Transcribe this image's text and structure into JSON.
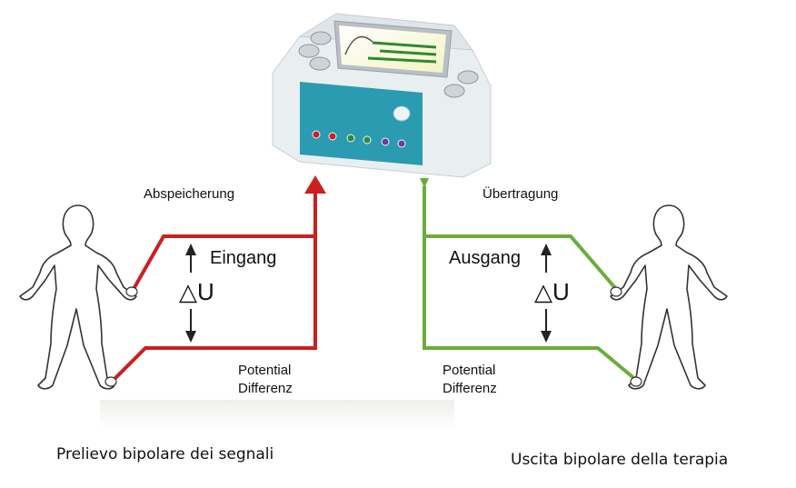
{
  "labels": {
    "left_top": "Abspeicherung",
    "right_top": "Übertragung",
    "left_channel": "Eingang",
    "right_channel": "Ausgang",
    "delta_u_left": "△U",
    "delta_u_right": "△U",
    "left_potential_line1": "Potential",
    "left_potential_line2": "Differenz",
    "right_potential_line1": "Potential",
    "right_potential_line2": "Differenz"
  },
  "captions": {
    "left": "Prelievo bipolare dei segnali",
    "right": "Uscita bipolare della terapia"
  },
  "colors": {
    "input_line": "#cc1f1f",
    "output_line": "#6aad3a",
    "device_panel": "#2a9bb0",
    "figure_outline": "#333333"
  }
}
